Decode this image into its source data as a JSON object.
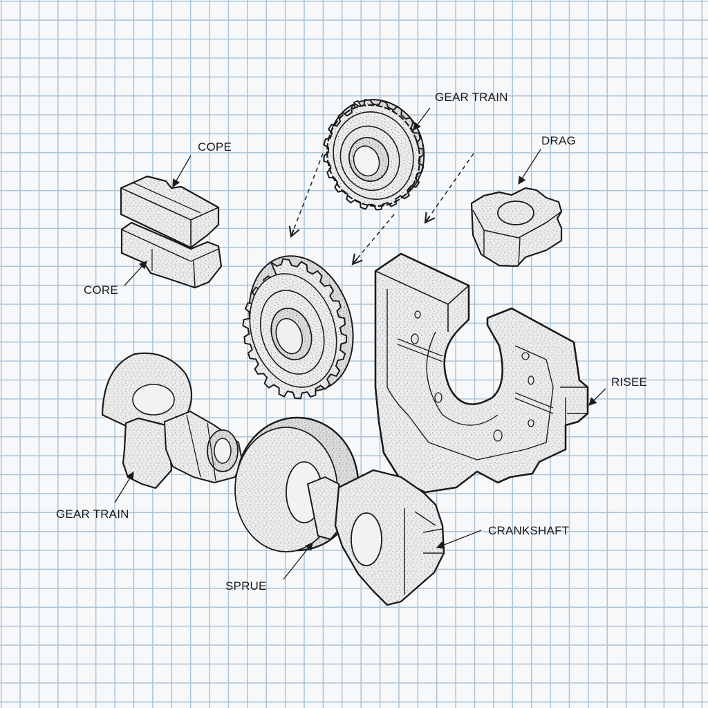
{
  "diagram": {
    "type": "exploded isometric technical sketch",
    "background": "blue grid paper",
    "grid_color": "#a9c3da",
    "line_color": "#1b1b1b",
    "fill_color": "#ececec"
  },
  "labels": {
    "gear_train_top": "GEAR TRAIN",
    "cope": "COPE",
    "drag": "DRAG",
    "core": "CORE",
    "risee": "RISEE",
    "gear_train_bottom": "GEAR TRAIN",
    "crankshaft": "CRANKSHAFT",
    "sprue": "SPRUE"
  },
  "parts": [
    {
      "id": "small-gear",
      "label_ref": "gear_train_top"
    },
    {
      "id": "cope-block",
      "label_ref": "cope"
    },
    {
      "id": "core-block",
      "label_ref": "core"
    },
    {
      "id": "drag-nut",
      "label_ref": "drag"
    },
    {
      "id": "large-gear"
    },
    {
      "id": "mold-housing",
      "label_ref": "risee"
    },
    {
      "id": "flange-hub-left",
      "label_ref": "gear_train_bottom"
    },
    {
      "id": "flange-disc",
      "label_ref": "sprue"
    },
    {
      "id": "crank-arm",
      "label_ref": "crankshaft"
    }
  ],
  "assembly_arrows": 3
}
